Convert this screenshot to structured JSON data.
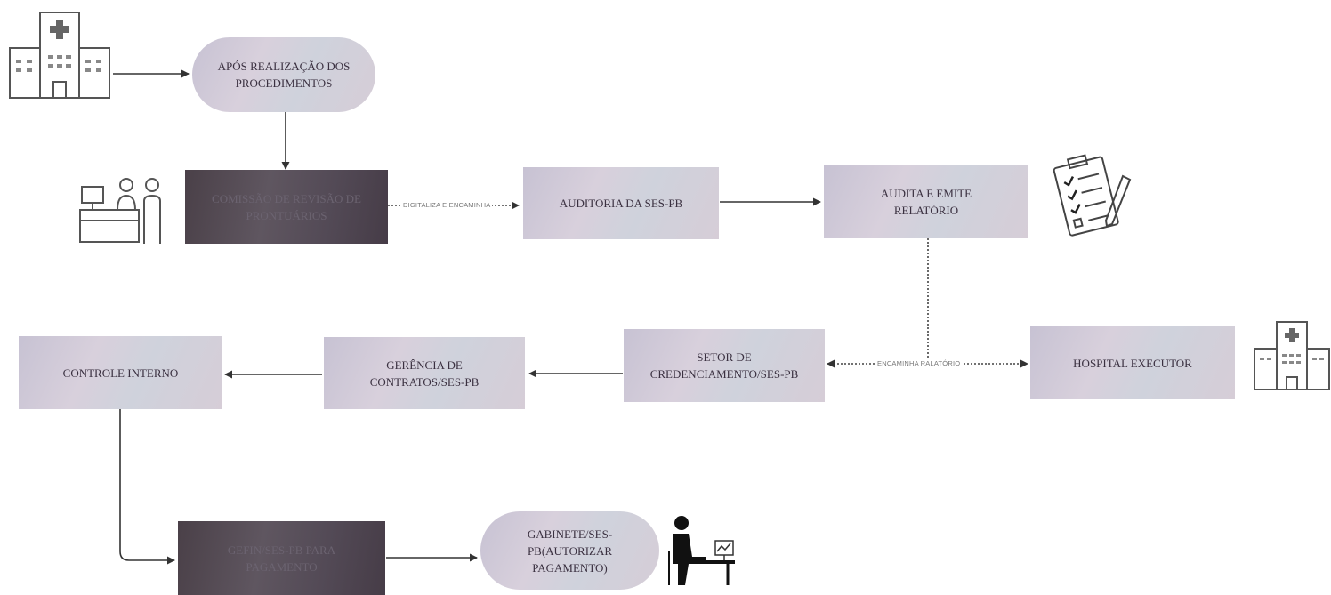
{
  "nodes": {
    "apos": "APÓS REALIZAÇÃO DOS PROCEDIMENTOS",
    "comissao": "COMISSÃO DE REVISÃO DE PRONTUÁRIOS",
    "auditoria": "AUDITORIA DA SES-PB",
    "audita": "AUDITA E EMITE RELATÓRIO",
    "setor": "SETOR DE CREDENCIAMENTO/SES-PB",
    "hospital_executor": "HOSPITAL EXECUTOR",
    "gerencia": "GERÊNCIA DE CONTRATOS/SES-PB",
    "controle": "CONTROLE INTERNO",
    "gefin": "GEFIN/SES-PB PARA PAGAMENTO",
    "gabinete": "GABINETE/SES-PB(AUTORIZAR PAGAMENTO)"
  },
  "edge_labels": {
    "digitaliza": "DIGITALIZA E ENCAMINHA",
    "encaminha": "ENCAMINHA RALATÓRIO"
  },
  "icons": [
    "hospital-icon",
    "reception-desk-icon",
    "clipboard-checklist-icon",
    "hospital-icon",
    "person-at-computer-icon"
  ],
  "colors": {
    "node_light": "#d0cbd8",
    "node_dark": "#544b55",
    "line": "#333333"
  }
}
